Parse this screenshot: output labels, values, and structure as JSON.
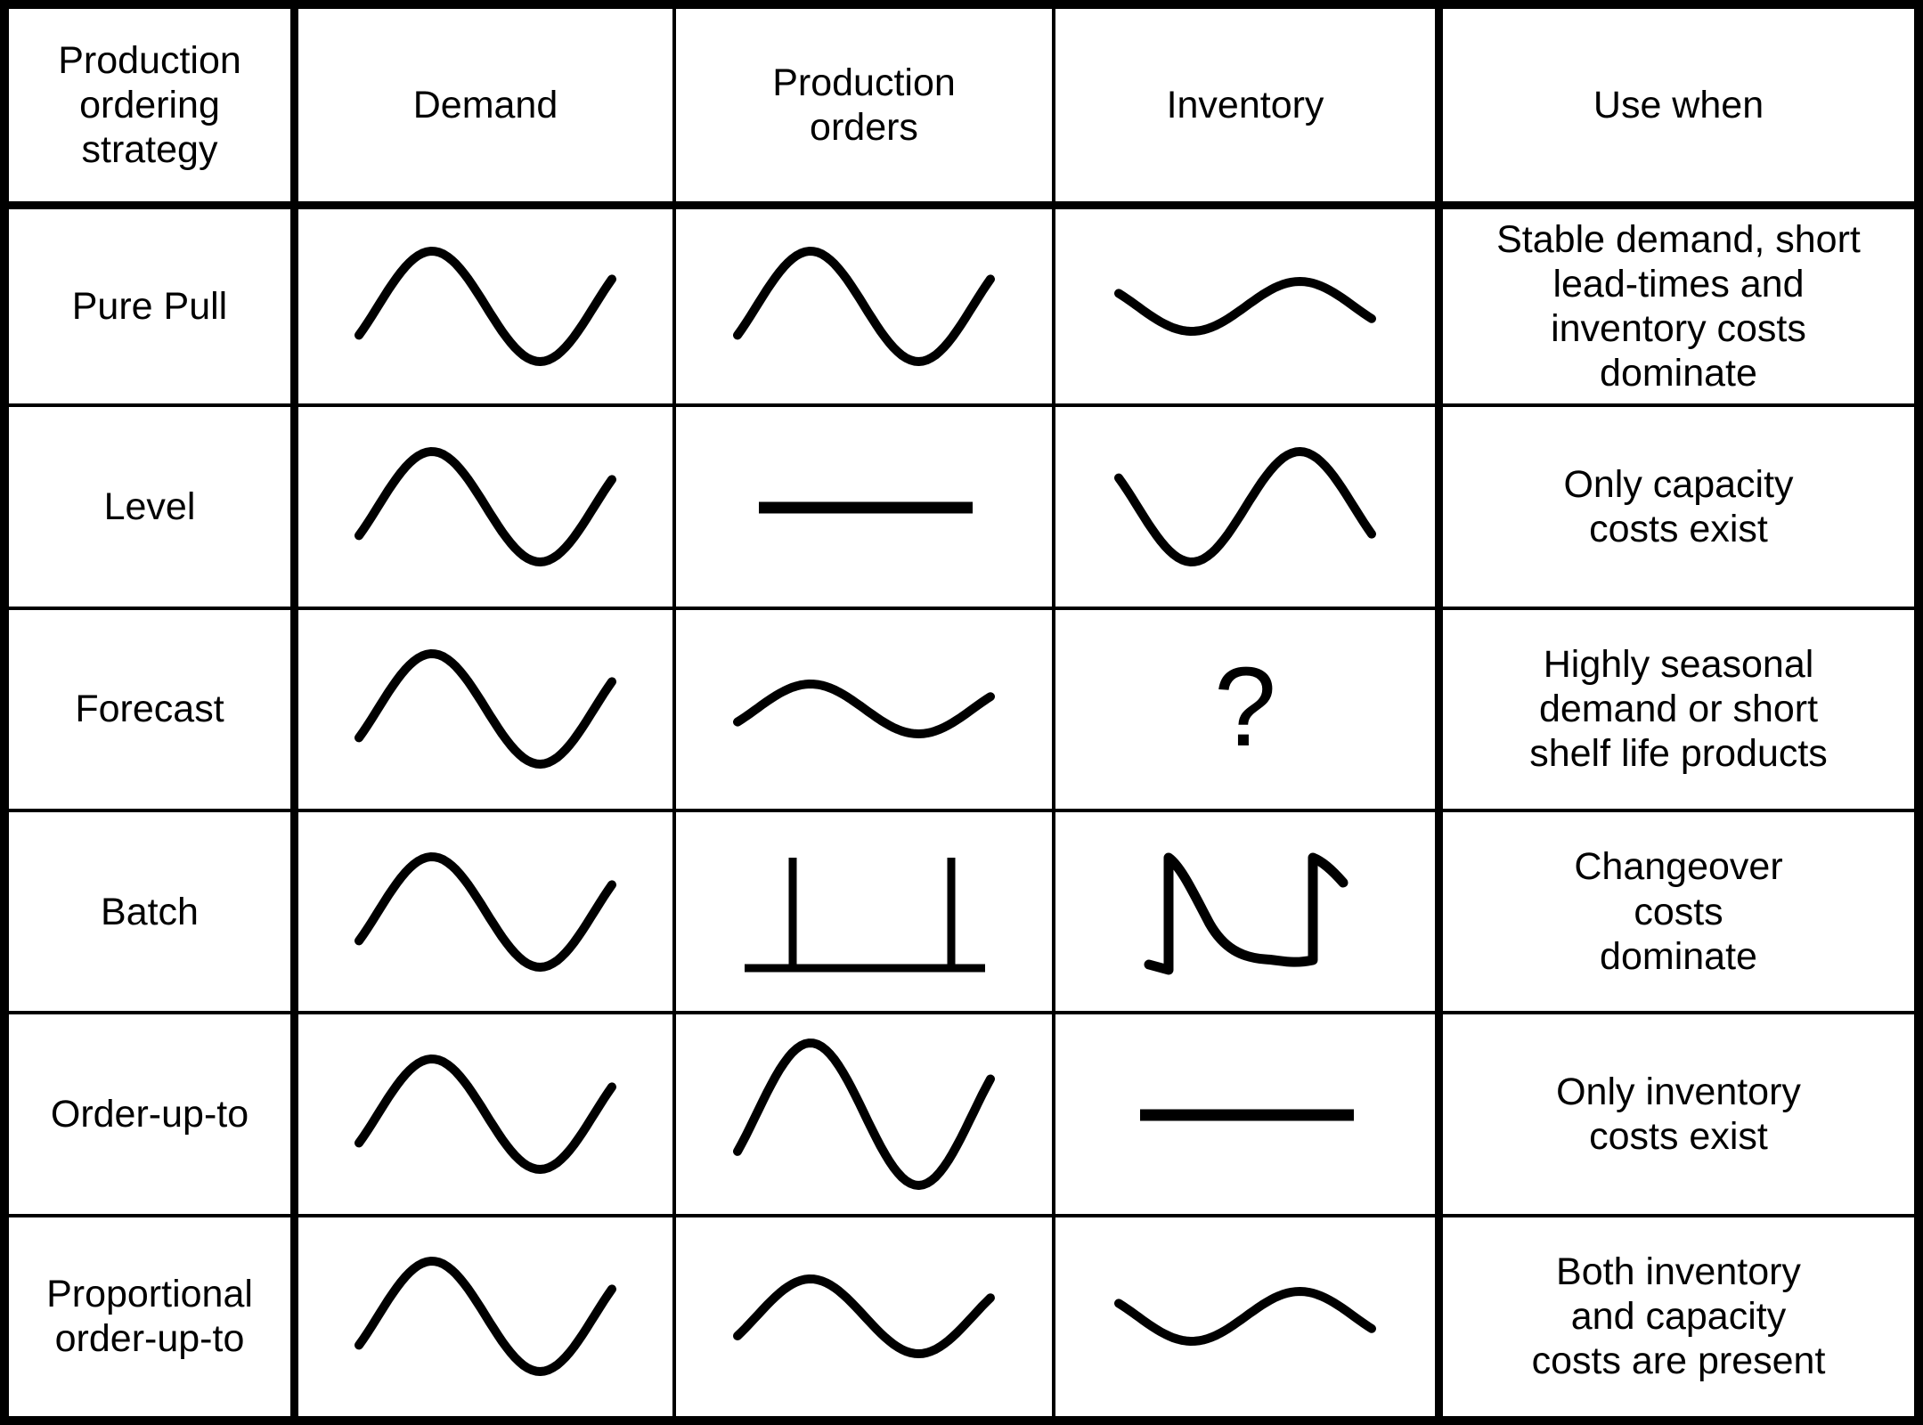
{
  "colors": {
    "line": "#000000",
    "background": "#ffffff"
  },
  "table": {
    "columns": [
      "Production\nordering\nstrategy",
      "Demand",
      "Production\norders",
      "Inventory",
      "Use when"
    ],
    "symbol_glossary": {
      "wave-full": "full-amplitude seasonal sine wave",
      "wave-full-inverted": "full-amplitude sine wave, phase inverted (trough first)",
      "wave-medium": "medium-amplitude sine wave",
      "wave-small": "small-amplitude (dampened) sine wave",
      "wave-small-inverted": "small-amplitude sine wave, phase inverted (trough first)",
      "wave-large": "amplified sine wave (larger than demand)",
      "flat-line": "constant horizontal line",
      "batch-pulses": "two discrete production spikes on a baseline",
      "sawtooth": "inventory sawtooth: jump up then gradual depletion, repeated",
      "question-mark": "unknown / undefined (?)"
    },
    "rows": [
      {
        "strategy": "Pure Pull",
        "demand": "wave-full",
        "orders": "wave-full",
        "inventory": "wave-small-inverted",
        "use_when": "Stable demand, short\nlead-times and\ninventory costs\ndominate"
      },
      {
        "strategy": "Level",
        "demand": "wave-full",
        "orders": "flat-line",
        "inventory": "wave-full-inverted",
        "use_when": "Only capacity\ncosts exist"
      },
      {
        "strategy": "Forecast",
        "demand": "wave-full",
        "orders": "wave-small",
        "inventory": "question-mark",
        "use_when": "Highly seasonal\ndemand or short\nshelf life products"
      },
      {
        "strategy": "Batch",
        "demand": "wave-full",
        "orders": "batch-pulses",
        "inventory": "sawtooth",
        "use_when": "Changeover\ncosts\ndominate"
      },
      {
        "strategy": "Order-up-to",
        "demand": "wave-full",
        "orders": "wave-large",
        "inventory": "flat-line",
        "use_when": "Only inventory\ncosts exist"
      },
      {
        "strategy": "Proportional\norder-up-to",
        "demand": "wave-full",
        "orders": "wave-medium",
        "inventory": "wave-small-inverted",
        "use_when": "Both inventory\nand capacity\ncosts are present"
      }
    ]
  }
}
